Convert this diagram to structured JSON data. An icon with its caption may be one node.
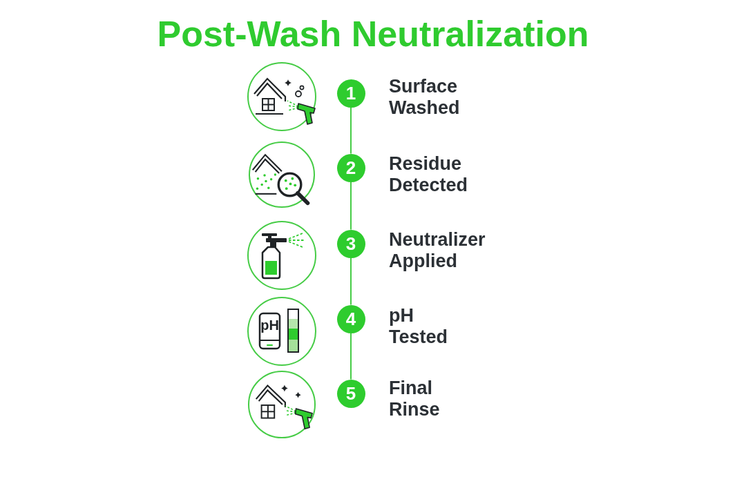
{
  "diagram": {
    "title": "Post-Wash Neutralization",
    "nodes": [
      {
        "text": [],
        "shape": "picture"
      },
      {
        "text": [
          "1"
        ],
        "beside": [
          "Surface Washed"
        ]
      },
      {
        "text": [],
        "shape": "picture"
      },
      {
        "text": [
          "2"
        ],
        "beside": [
          "Residue Detected"
        ]
      },
      {
        "text": [],
        "shape": "picture"
      },
      {
        "text": [
          "3"
        ],
        "beside": [
          "Neutralizer Applied"
        ]
      },
      {
        "text": [
          "pH"
        ]
      },
      {
        "text": [
          "4"
        ],
        "beside": [
          "pH Tested"
        ]
      },
      {
        "text": [],
        "shape": "picture"
      },
      {
        "text": [
          "5"
        ],
        "beside": [
          "Final Rinse"
        ]
      }
    ],
    "edges": [
      {
        "from": 1,
        "to": 3,
        "arrow": "none"
      },
      {
        "from": 3,
        "to": 5,
        "arrow": "none"
      },
      {
        "from": 5,
        "to": 7,
        "arrow": "none"
      },
      {
        "from": 7,
        "to": 9,
        "arrow": "none"
      }
    ]
  }
}
